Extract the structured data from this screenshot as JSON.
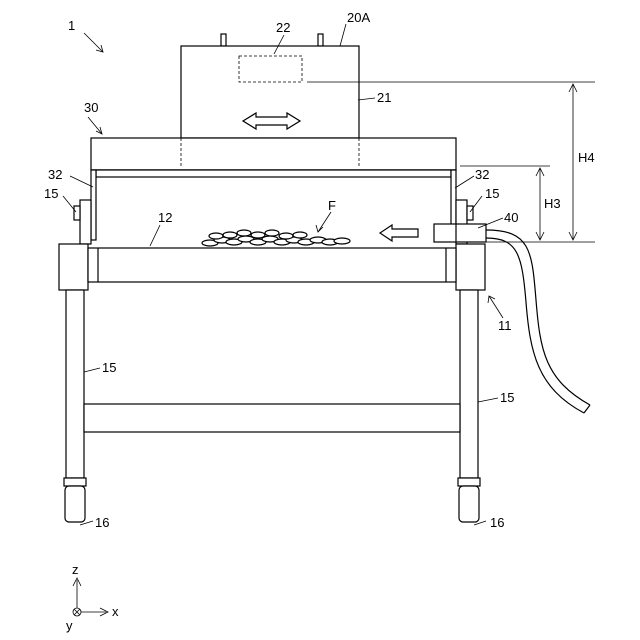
{
  "labels": {
    "device": "1",
    "slot": "22",
    "unit": "20A",
    "housing": "21",
    "hood": "30",
    "side_left": "32",
    "side_right": "32",
    "leg_left_top": "15",
    "leg_right_top": "15",
    "conveyor": "12",
    "food": "F",
    "nozzle": "40",
    "frame_arrow": "11",
    "leg_left_mid": "15",
    "leg_right_mid": "15",
    "caster_left": "16",
    "caster_right": "16",
    "height_3": "H3",
    "height_4": "H4"
  },
  "axes": {
    "z": "z",
    "x": "x",
    "y": "y"
  }
}
